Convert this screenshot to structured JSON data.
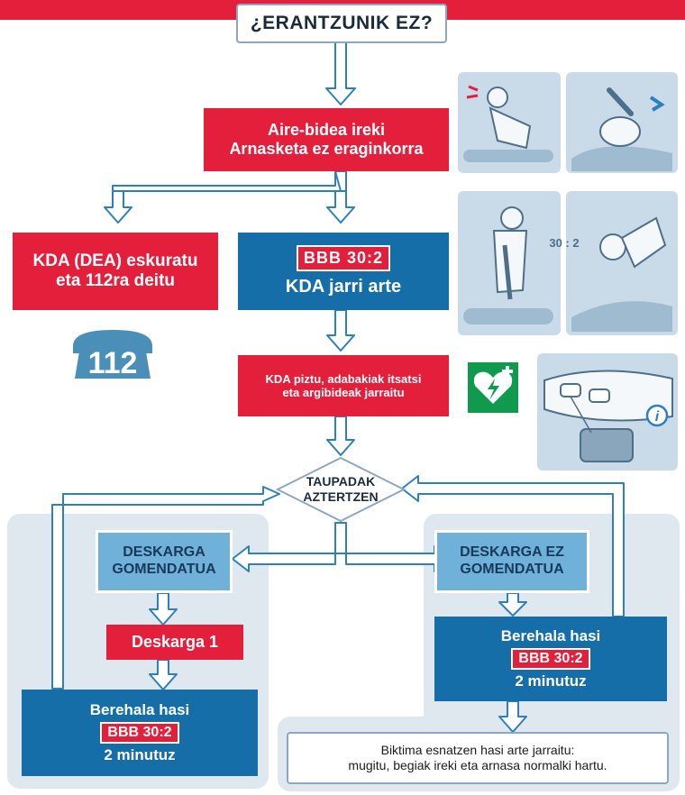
{
  "title": "¿ERANTZUNIK EZ?",
  "airway": {
    "line1": "Aire-bidea ireki",
    "line2": "Arnasketa ez eraginkorra"
  },
  "get_aed": {
    "line1": "KDA (DEA) eskuratu",
    "line2": "eta 112ra deitu"
  },
  "cpr_until_aed": {
    "badge": "BBB 30:2",
    "line2": "KDA jarri arte"
  },
  "phone_number": "112",
  "aed_on": {
    "line1": "KDA piztu, adabakiak itsatsi",
    "line2": "eta argibideak jarraitu"
  },
  "illustration_ratio": "30 : 2",
  "info_icon_label": "i",
  "analyse": {
    "line1": "TAUPADAK",
    "line2": "AZTERTZEN"
  },
  "shock_advised": {
    "line1": "DESKARGA",
    "line2": "GOMENDATUA"
  },
  "shock_not_advised": {
    "line1": "DESKARGA EZ",
    "line2": "GOMENDATUA"
  },
  "shock": "Deskarga 1",
  "resume_left": {
    "line1": "Berehala hasi",
    "badge": "BBB 30:2",
    "line3": "2 minutuz"
  },
  "resume_right": {
    "line1": "Berehala hasi",
    "badge": "BBB 30:2",
    "line3": "2 minutuz"
  },
  "continue_note": {
    "line1": "Biktima esnatzen hasi arte jarraitu:",
    "line2": "mugitu, begiak ireki eta arnasa normalki hartu."
  },
  "colors": {
    "red": "#e31f3c",
    "blue": "#156ea8",
    "light_blue": "#6fb1d9",
    "panel": "#dfe7ef",
    "aed_green": "#0f9a4d"
  },
  "icons": [
    "phone-112-icon",
    "aed-heart-icon",
    "info-icon",
    "down-arrow-icon"
  ]
}
